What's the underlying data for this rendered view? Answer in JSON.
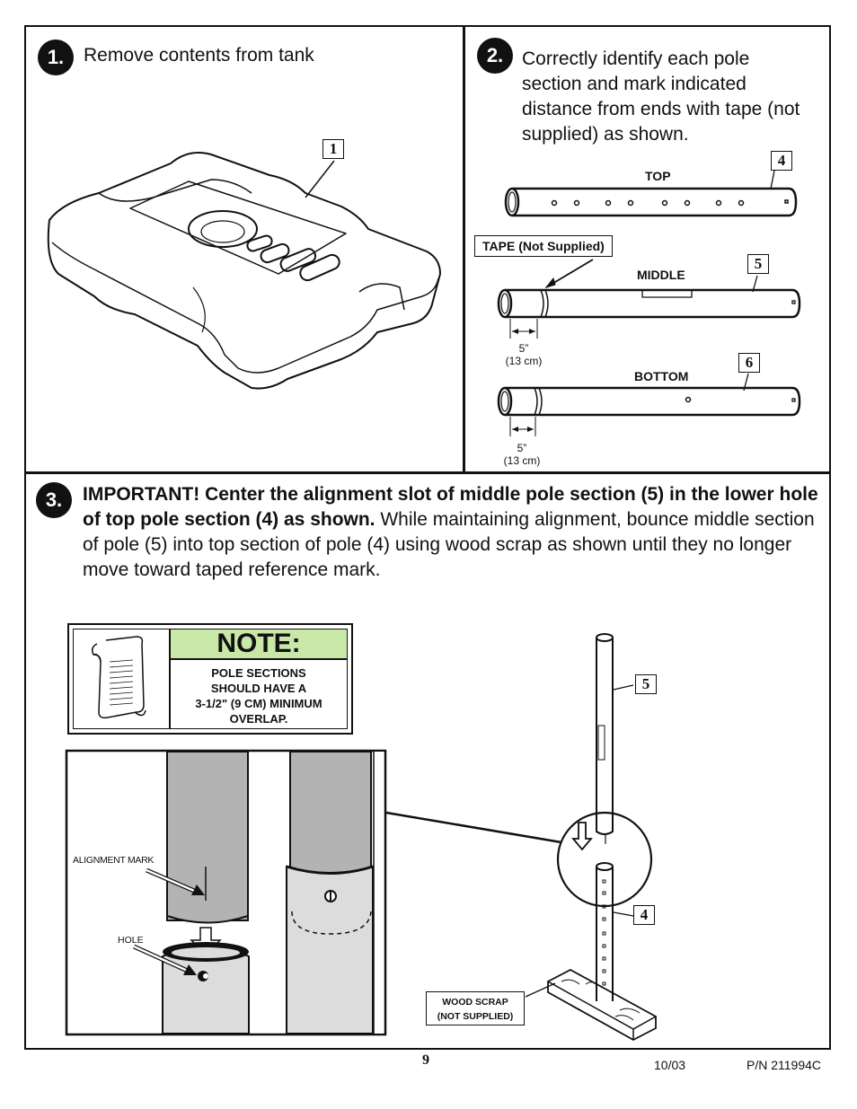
{
  "steps": {
    "s1": {
      "number": "1.",
      "text": "Remove contents from tank"
    },
    "s2": {
      "number": "2.",
      "text": "Correctly identify each pole section and mark indicated distance from ends with tape (not supplied) as shown."
    },
    "s3": {
      "number": "3.",
      "bold_text": "IMPORTANT! Center the alignment slot of middle pole section (5) in the lower hole of top pole section (4) as shown.",
      "text": " While maintaining alignment, bounce middle section of pole (5) into top section of pole (4) using wood scrap as shown until they no longer move toward taped reference mark."
    }
  },
  "callouts": {
    "c1": "1",
    "c4": "4",
    "c5": "5",
    "c6": "6",
    "c5b": "5",
    "c4b": "4"
  },
  "poles": {
    "top": "TOP",
    "middle": "MIDDLE",
    "bottom": "BOTTOM"
  },
  "tape_label": "TAPE (Not Supplied)",
  "dims": {
    "a_in": "5”",
    "a_cm": "(13 cm)",
    "b_in": "5”",
    "b_cm": "(13 cm)"
  },
  "note": {
    "title": "NOTE:",
    "l1": "POLE SECTIONS",
    "l2": "SHOULD HAVE A",
    "l3": "3-1/2\" (9 CM) MINIMUM",
    "l4": "OVERLAP."
  },
  "detail": {
    "alignment_mark": "ALIGNMENT MARK",
    "hole": "HOLE"
  },
  "wood_scrap": {
    "l1": "WOOD SCRAP",
    "l2": "(NOT SUPPLIED)"
  },
  "footer": {
    "page": "9",
    "date": "10/03",
    "pn": "P/N 211994C"
  }
}
